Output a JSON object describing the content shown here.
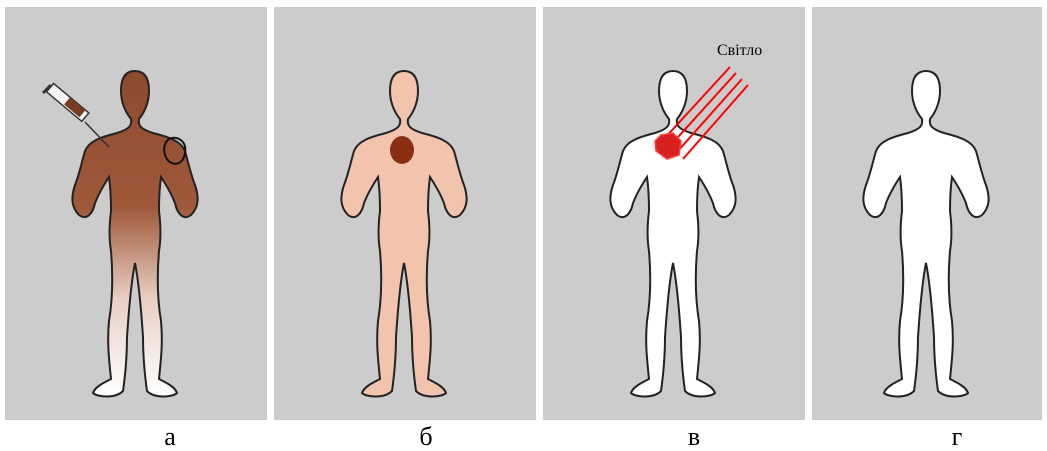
{
  "panels": [
    {
      "id": "a",
      "caption": "а",
      "body_color": "#a0583a"
    },
    {
      "id": "b",
      "caption": "б",
      "body_color": "#f2c4ae",
      "spot_color": "#8b2f12"
    },
    {
      "id": "c",
      "caption": "в",
      "body_color": "#ffffff",
      "spot_color": "#d92020",
      "light_label": "Світло",
      "beam_color": "#ff0000"
    },
    {
      "id": "d",
      "caption": "г",
      "body_color": "#ffffff"
    }
  ],
  "colors": {
    "panel_background": "#cccccc",
    "outline": "#222222"
  }
}
